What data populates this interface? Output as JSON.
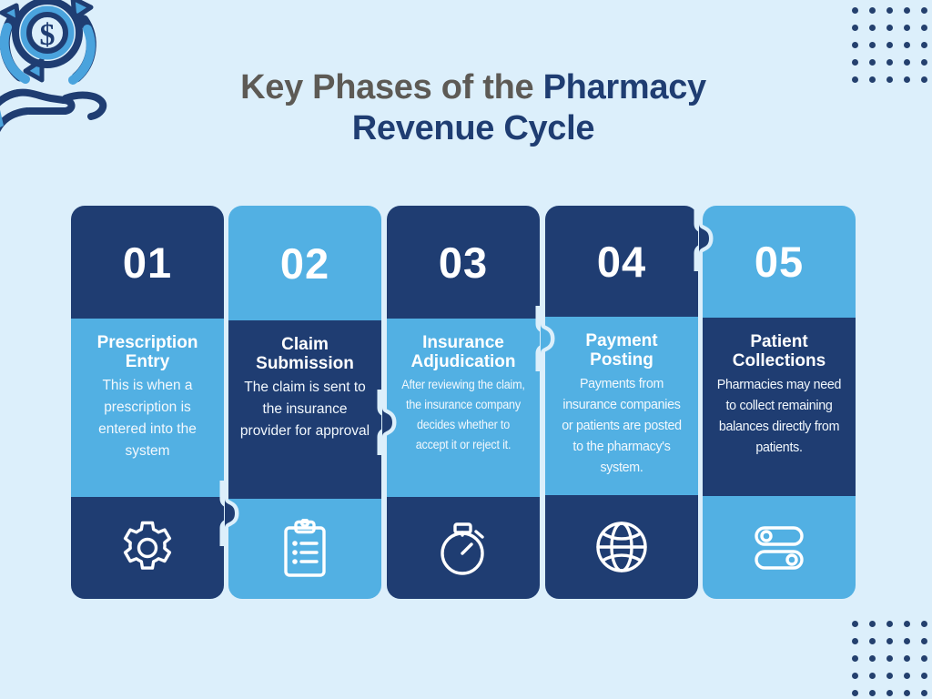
{
  "page": {
    "background_color": "#dceffb",
    "accent_navy": "#1f3d72",
    "accent_blue": "#52b0e3",
    "title_grey": "#5d5a55"
  },
  "logo": {
    "name": "revenue-cycle-logo",
    "description": "dollar coin with circular arrows above an open hand"
  },
  "header": {
    "title_line1_grey": "Key Phases of the ",
    "title_line1_navy": "Pharmacy",
    "title_line2_navy": "Revenue Cycle"
  },
  "cards": [
    {
      "number": "01",
      "title": "Prescription Entry",
      "description": "This is when a prescription is entered into the system",
      "icon": "gear-icon",
      "number_bg": "#1f3d72",
      "body_bg": "#52b0e3",
      "icon_bg": "#1f3d72"
    },
    {
      "number": "02",
      "title": "Claim Submission",
      "description": "The claim is sent to the insurance provider for approval",
      "icon": "clipboard-icon",
      "number_bg": "#52b0e3",
      "body_bg": "#1f3d72",
      "icon_bg": "#52b0e3"
    },
    {
      "number": "03",
      "title": "Insurance Adjudication",
      "description": "After reviewing the claim, the insurance company decides whether to accept it or reject it.",
      "icon": "stopwatch-icon",
      "number_bg": "#1f3d72",
      "body_bg": "#52b0e3",
      "icon_bg": "#1f3d72"
    },
    {
      "number": "04",
      "title": "Payment Posting",
      "description": "Payments from insurance companies or patients are posted to the pharmacy's system.",
      "icon": "globe-icon",
      "number_bg": "#1f3d72",
      "body_bg": "#52b0e3",
      "icon_bg": "#1f3d72"
    },
    {
      "number": "05",
      "title": "Patient Collections",
      "description": "Pharmacies may need to collect remaining balances directly from patients.",
      "icon": "toggle-switches-icon",
      "number_bg": "#52b0e3",
      "body_bg": "#1f3d72",
      "icon_bg": "#52b0e3"
    }
  ],
  "decoration": {
    "dot_color": "#24406e",
    "top_right_dots": "5 rows x 5 columns",
    "bottom_right_dots": "5 rows x 5 columns"
  }
}
